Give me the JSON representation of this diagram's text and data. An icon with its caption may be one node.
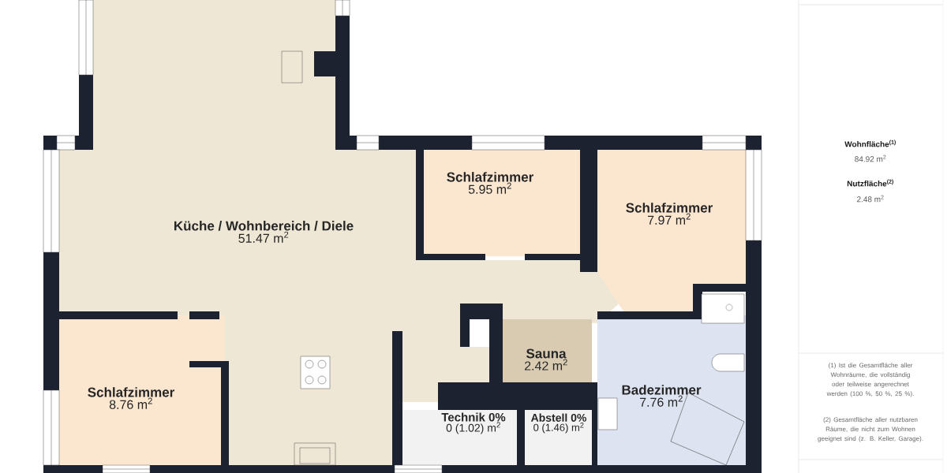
{
  "diagram": {
    "nodes": [
      {
        "text": [
          "Küche / Wohnbereich / Diele",
          "51.47 m$^{2}$"
        ]
      },
      {
        "text": [
          "Schlafzimmer",
          "5.95 m$^{2}$"
        ]
      },
      {
        "text": [
          "Schlafzimmer",
          "7.97 m$^{2}$"
        ]
      },
      {
        "text": [
          "Schlafzimmer",
          "8.76 m$^{2}$"
        ]
      },
      {
        "text": [
          "Sauna",
          "2.42 m$^{2}$"
        ]
      },
      {
        "text": [
          "Badezimmer",
          "7.76 m$^{2}$"
        ]
      },
      {
        "text": [
          "Technik 0%",
          "0 (1.02) m$^{2}$"
        ]
      },
      {
        "text": [
          "Abstell 0%",
          "0 (1.46) m$^{2}$"
        ]
      }
    ],
    "edges": [],
    "labels": [
      "Wohnfläche$^{(1)}$",
      "84.92 m$^{2}$",
      "Nutzfläche$^{(2)}$",
      "2.48 m$^{2}$",
      "(1) Ist die Gesamtfläche aller Wohnräume, die vollständig oder teilweise angerechnet werden (100 %, 50 %, 25 %).",
      "(2) Gesamtfläche aller nutzbaren Räume, die nicht zum Wohnen geeignet sind (z. B. Keller, Garage)."
    ]
  }
}
